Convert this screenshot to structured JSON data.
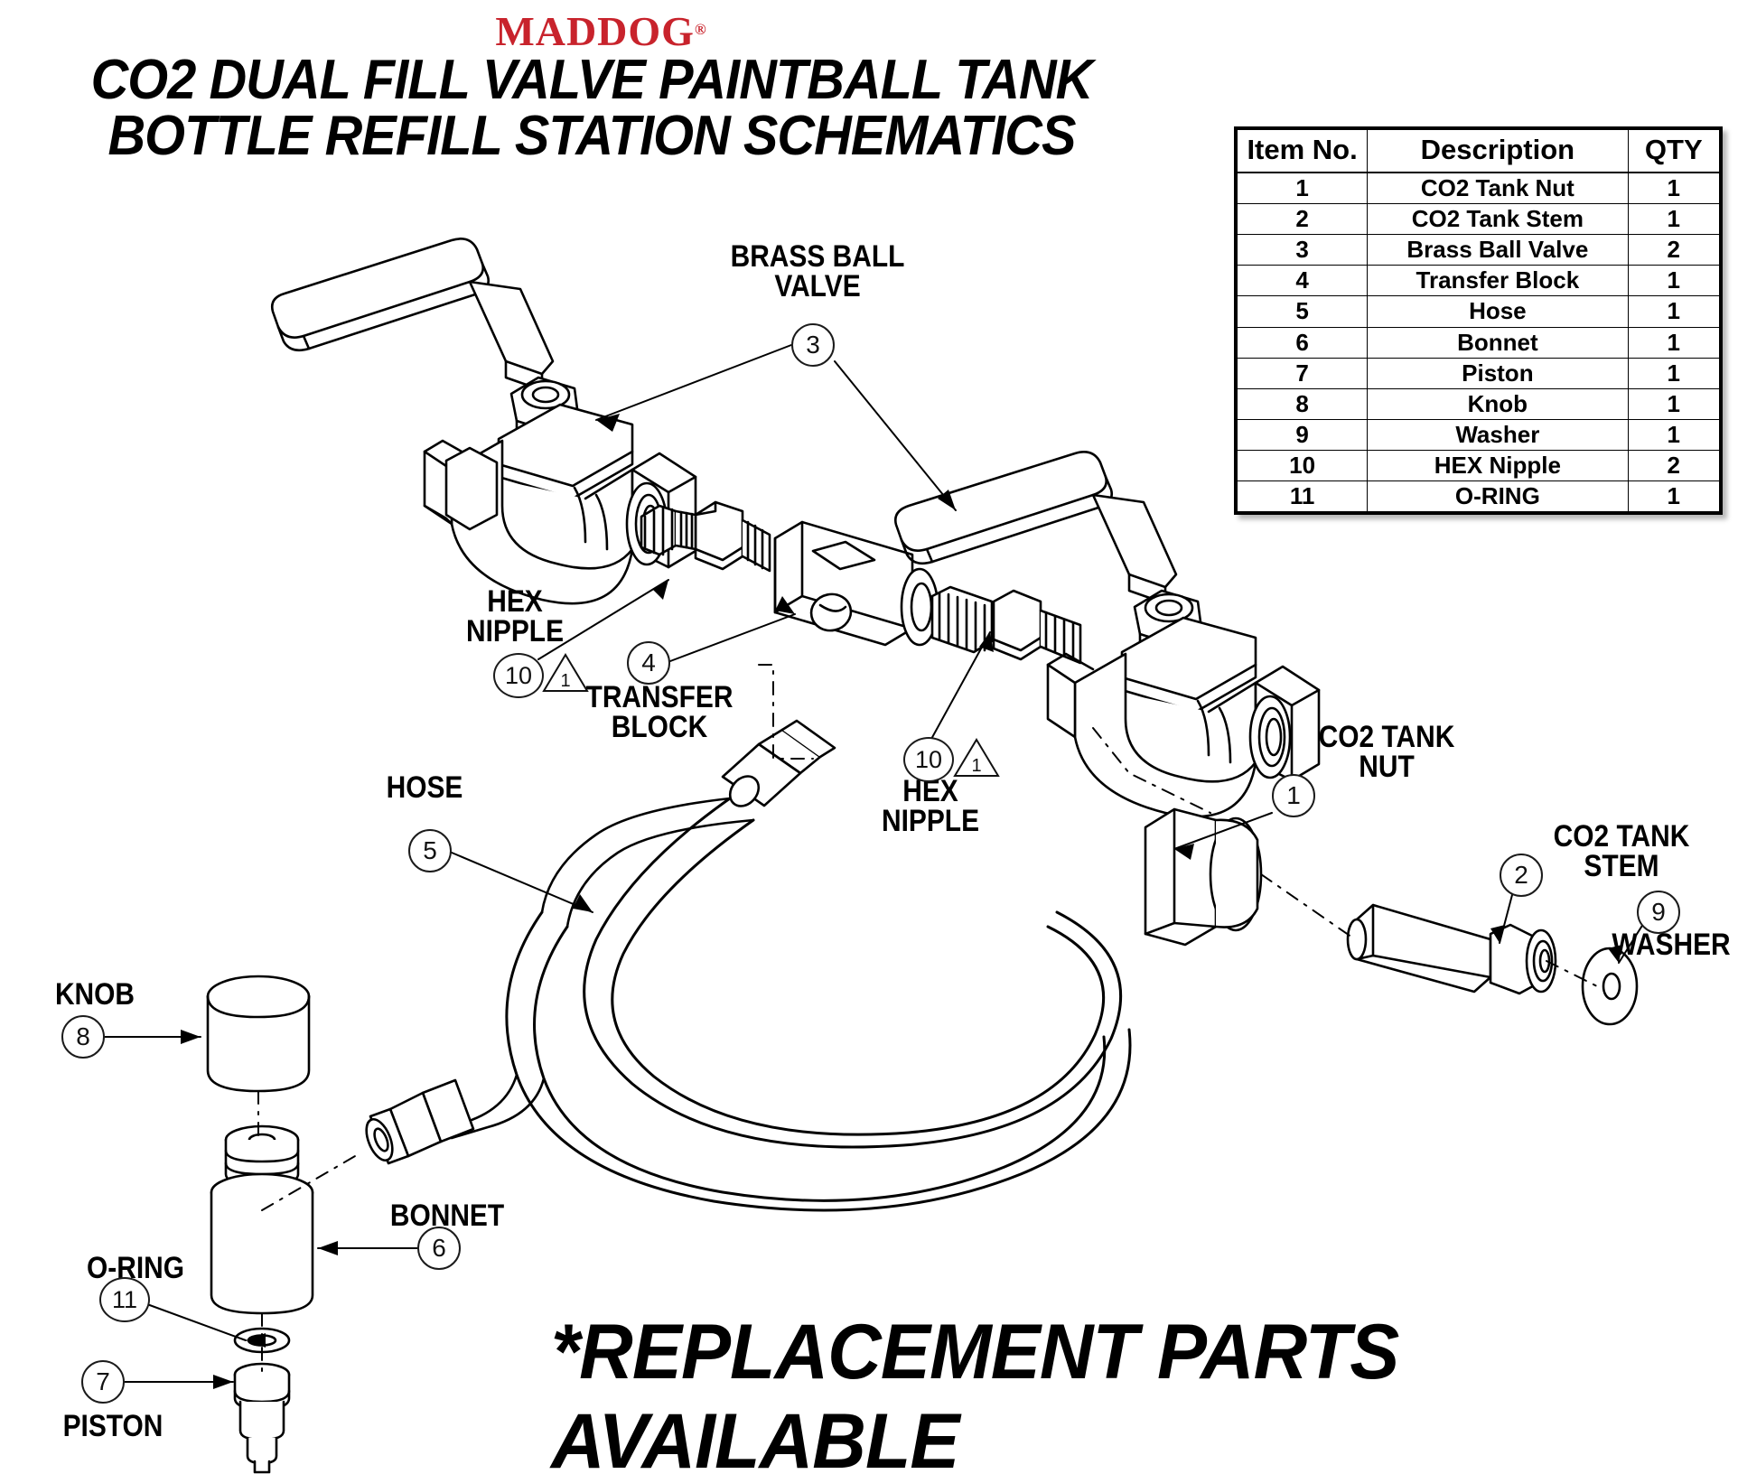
{
  "brand": {
    "name": "MADDOG",
    "registered_mark": "®",
    "color": "#c8232c"
  },
  "title": {
    "line1": "CO2 DUAL FILL VALVE PAINTBALL TANK",
    "line2": "BOTTLE REFILL STATION SCHEMATICS"
  },
  "parts_table": {
    "headers": [
      "Item No.",
      "Description",
      "QTY"
    ],
    "rows": [
      {
        "item": "1",
        "description": "CO2 Tank Nut",
        "qty": "1"
      },
      {
        "item": "2",
        "description": "CO2 Tank Stem",
        "qty": "1"
      },
      {
        "item": "3",
        "description": "Brass Ball Valve",
        "qty": "2"
      },
      {
        "item": "4",
        "description": "Transfer Block",
        "qty": "1"
      },
      {
        "item": "5",
        "description": "Hose",
        "qty": "1"
      },
      {
        "item": "6",
        "description": "Bonnet",
        "qty": "1"
      },
      {
        "item": "7",
        "description": "Piston",
        "qty": "1"
      },
      {
        "item": "8",
        "description": "Knob",
        "qty": "1"
      },
      {
        "item": "9",
        "description": "Washer",
        "qty": "1"
      },
      {
        "item": "10",
        "description": "HEX Nipple",
        "qty": "2"
      },
      {
        "item": "11",
        "description": "O-RING",
        "qty": "1"
      }
    ]
  },
  "callouts": {
    "brass_ball_valve": {
      "label": "BRASS BALL\nVALVE",
      "balloon": "3"
    },
    "hex_nipple_left": {
      "label": "HEX\nNIPPLE",
      "balloon": "10",
      "warning": "1"
    },
    "transfer_block": {
      "label": "TRANSFER\nBLOCK",
      "balloon": "4"
    },
    "hex_nipple_right": {
      "label": "HEX\nNIPPLE",
      "balloon": "10",
      "warning": "1"
    },
    "hose": {
      "label": "HOSE",
      "balloon": "5"
    },
    "co2_tank_nut": {
      "label": "CO2 TANK\nNUT",
      "balloon": "1"
    },
    "co2_tank_stem": {
      "label": "CO2 TANK\nSTEM",
      "balloon": "2"
    },
    "washer": {
      "label": "WASHER",
      "balloon": "9"
    },
    "knob": {
      "label": "KNOB",
      "balloon": "8"
    },
    "bonnet": {
      "label": "BONNET",
      "balloon": "6"
    },
    "o_ring": {
      "label": "O-RING",
      "balloon": "11"
    },
    "piston": {
      "label": "PISTON",
      "balloon": "7"
    }
  },
  "footer": {
    "banner": "*REPLACEMENT PARTS AVAILABLE"
  }
}
